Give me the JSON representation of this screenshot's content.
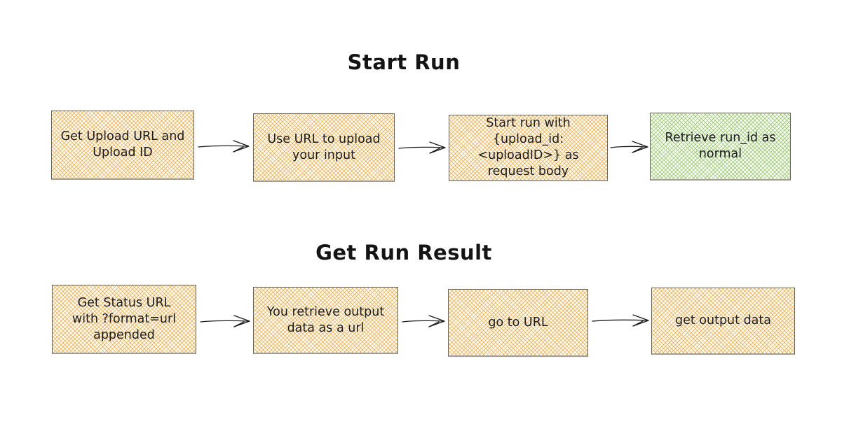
{
  "diagram": {
    "background_color": "#ffffff",
    "text_color": "#1c1c1c",
    "arrow_color": "#1c1c1c",
    "node_border_color": "#676257",
    "orange_hatch_color": "#e8a23c",
    "green_hatch_color": "#85be55",
    "flows": [
      {
        "title": "Start Run",
        "steps": [
          {
            "label": "Get Upload URL and\nUpload ID",
            "fill": "orange"
          },
          {
            "label": "Use URL to upload\nyour input",
            "fill": "orange"
          },
          {
            "label": "Start run with\n{upload_id:\n<uploadID>} as\nrequest body",
            "fill": "orange"
          },
          {
            "label": "Retrieve run_id as\nnormal",
            "fill": "green"
          }
        ]
      },
      {
        "title": "Get Run Result",
        "steps": [
          {
            "label": "Get Status URL\nwith ?format=url\nappended",
            "fill": "orange"
          },
          {
            "label": "You retrieve output\ndata as a url",
            "fill": "orange"
          },
          {
            "label": "go to URL",
            "fill": "orange"
          },
          {
            "label": "get output data",
            "fill": "orange"
          }
        ]
      }
    ]
  }
}
